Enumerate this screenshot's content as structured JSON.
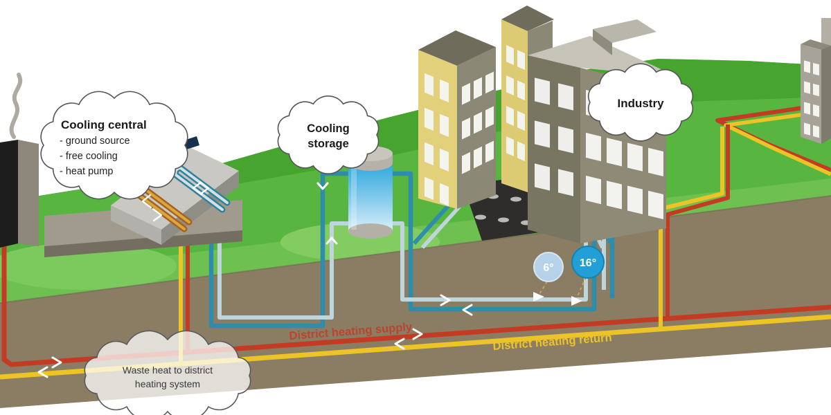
{
  "scene": {
    "clouds": {
      "cooling_central": {
        "title": "Cooling central",
        "items": [
          "- ground source",
          "- free cooling",
          "- heat pump"
        ]
      },
      "cooling_storage": {
        "line1": "Cooling",
        "line2": "storage"
      },
      "industry": {
        "label": "Industry"
      },
      "waste_heat": {
        "line1": "Waste heat to district",
        "line2": "heating system"
      }
    },
    "pipe_labels": {
      "supply": "District heating supply",
      "return": "District heating return"
    },
    "badges": {
      "cold": "6°",
      "warm": "16°"
    },
    "colors": {
      "supply_red": "#c43b24",
      "return_yellow": "#ecc427",
      "cooling_supply_teal": "#2e8dab",
      "cooling_return_light": "#bfd5dc",
      "badge_cold_fill": "#b5d2e8",
      "badge_warm_fill": "#219fd6",
      "grass": "#58b53f",
      "grass_dark": "#46a42f",
      "grass_light": "#6ec150",
      "ground": "#8b7c64"
    }
  }
}
